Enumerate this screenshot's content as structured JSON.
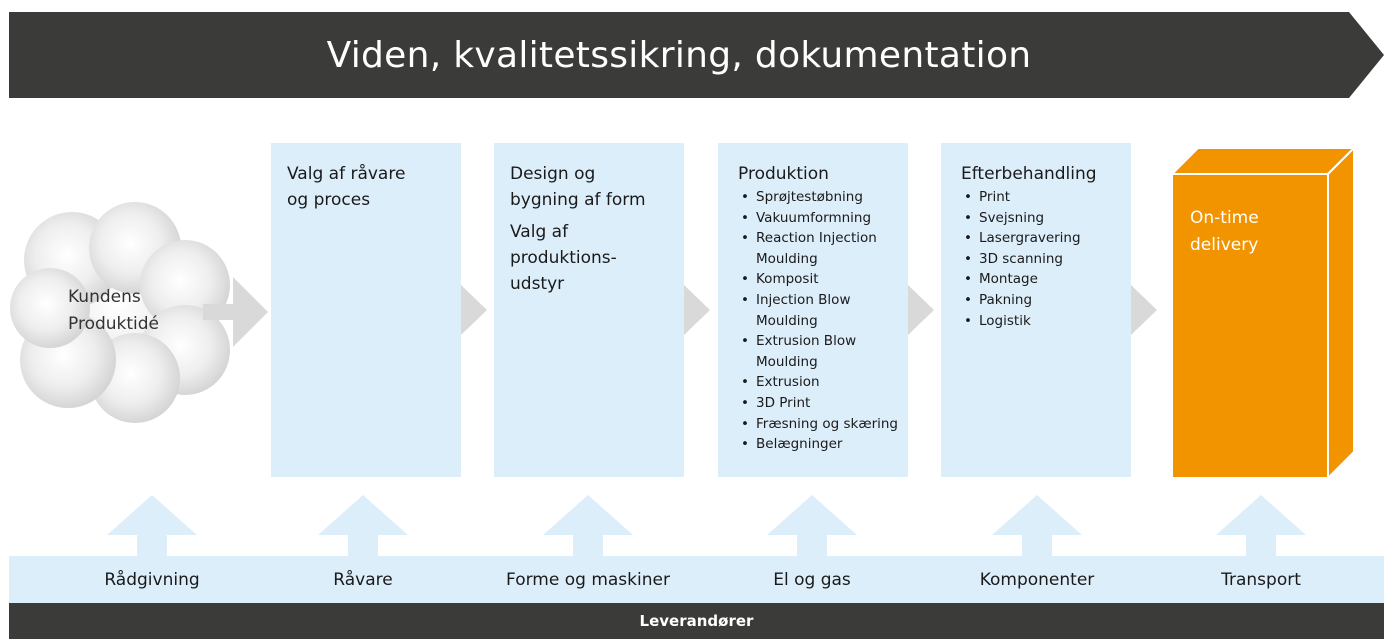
{
  "banner": {
    "title": "Viden, kvalitetssikring, dokumentation",
    "color": "#3b3b3a"
  },
  "cloud": {
    "lines": [
      "Kundens",
      "Produktidé"
    ]
  },
  "steps": [
    {
      "heading": [
        "Valg af råvare",
        "og proces"
      ]
    },
    {
      "heading": [
        "Design og",
        "bygning af form"
      ],
      "sub": [
        "Valg af",
        "produktions-",
        "udstyr"
      ]
    },
    {
      "heading": [
        "Produktion"
      ],
      "items": [
        "Sprøjtestøbning",
        "Vakuumformning",
        "Reaction Injection",
        "Moulding",
        "Komposit",
        "Injection Blow",
        "Moulding",
        "Extrusion Blow",
        "Moulding",
        "Extrusion",
        "3D Print",
        "Fræsning og skæring",
        "Belægninger"
      ],
      "bullets": [
        true,
        true,
        true,
        false,
        true,
        true,
        false,
        true,
        false,
        true,
        true,
        true,
        true
      ]
    },
    {
      "heading": [
        "Efterbehandling"
      ],
      "items": [
        "Print",
        "Svejsning",
        "Lasergravering",
        "3D scanning",
        "Montage",
        "Pakning",
        "Logistik"
      ],
      "bullets": [
        true,
        true,
        true,
        true,
        true,
        true,
        true
      ]
    }
  ],
  "delivery": {
    "lines": [
      "On-time",
      "delivery"
    ],
    "color": "#f29400"
  },
  "suppliers": [
    "Rådgivning",
    "Råvare",
    "Forme og maskiner",
    "El og gas",
    "Komponenter",
    "Transport"
  ],
  "footer": {
    "label": "Leverandører"
  },
  "colors": {
    "light_blue": "#ddeefb",
    "arrow_gray": "#d9d9d9",
    "dark": "#3b3b3a",
    "orange": "#f29400"
  }
}
